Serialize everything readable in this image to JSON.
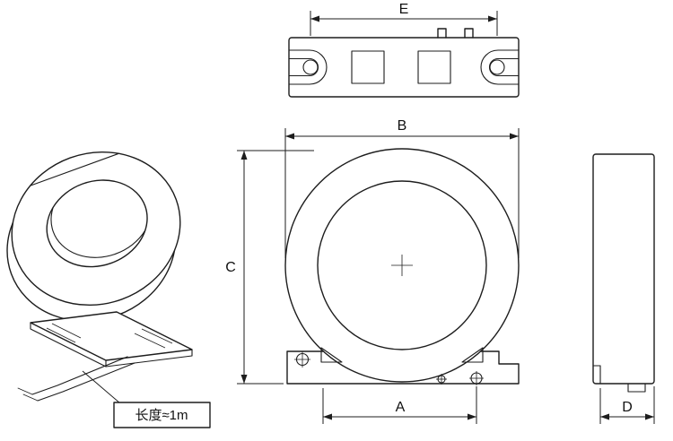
{
  "drawing": {
    "background": "#ffffff",
    "line_color": "#1d1d1d",
    "dimension_labels": {
      "e": "E",
      "b": "B",
      "c": "C",
      "a": "A",
      "d": "D"
    },
    "callout": {
      "wire_length": "长度≈1m"
    }
  }
}
